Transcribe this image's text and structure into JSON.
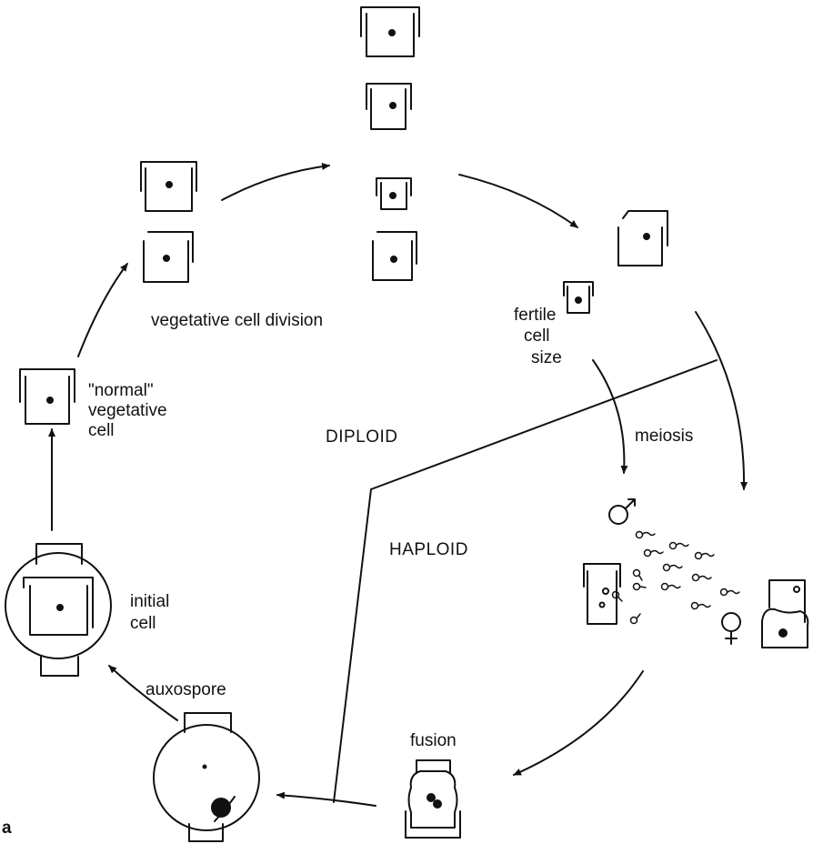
{
  "labels": {
    "vegetative_division": "vegetative cell division",
    "normal_line1": "\"normal\"",
    "normal_line2": "vegetative",
    "normal_line3": "cell",
    "diploid": "DIPLOID",
    "haploid": "HAPLOID",
    "fertile_line1": "fertile",
    "fertile_line2": "cell",
    "fertile_line3": "size",
    "meiosis": "meiosis",
    "initial_line1": "initial",
    "initial_line2": "cell",
    "auxospore": "auxospore",
    "fusion": "fusion",
    "panel": "a"
  },
  "symbols": {
    "male": "♂",
    "female": "♀"
  }
}
